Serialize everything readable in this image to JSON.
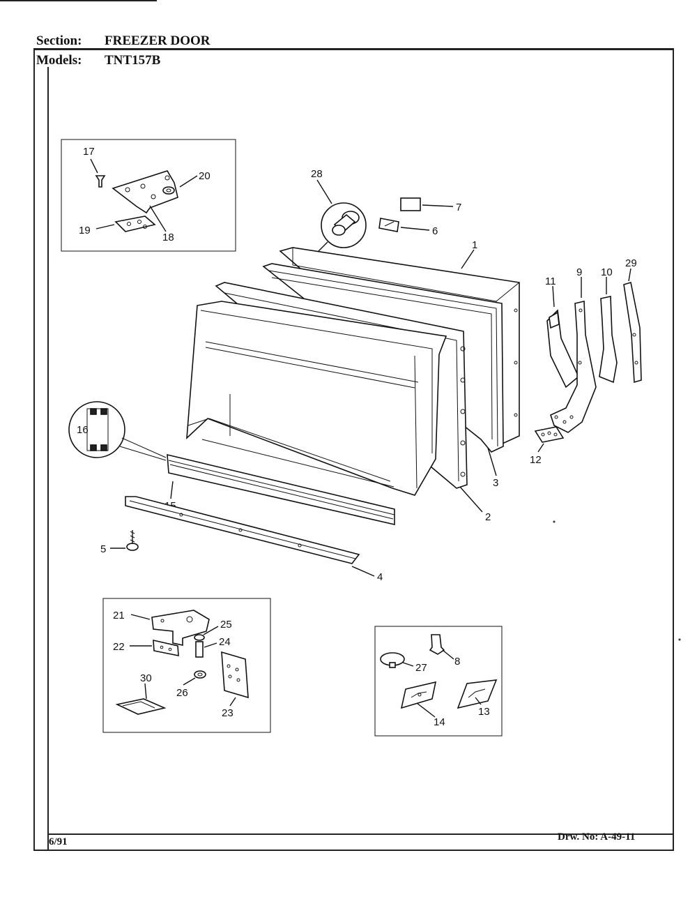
{
  "header": {
    "section_label": "Section:",
    "section_value": "FREEZER DOOR",
    "models_label": "Models:",
    "models_value": "TNT157B"
  },
  "footer": {
    "date": "6/91",
    "drawing_number": "Drw. No: A-49-11"
  },
  "callouts": {
    "c1": "1",
    "c2": "2",
    "c3": "3",
    "c4": "4",
    "c5": "5",
    "c6": "6",
    "c7": "7",
    "c8": "8",
    "c9": "9",
    "c10": "10",
    "c11": "11",
    "c12": "12",
    "c13": "13",
    "c14": "14",
    "c15": "15",
    "c16": "16",
    "c17": "17",
    "c18": "18",
    "c19": "19",
    "c20": "20",
    "c21": "21",
    "c22": "22",
    "c23": "23",
    "c24": "24",
    "c25": "25",
    "c26": "26",
    "c27": "27",
    "c28": "28",
    "c29": "29",
    "c30": "30"
  }
}
